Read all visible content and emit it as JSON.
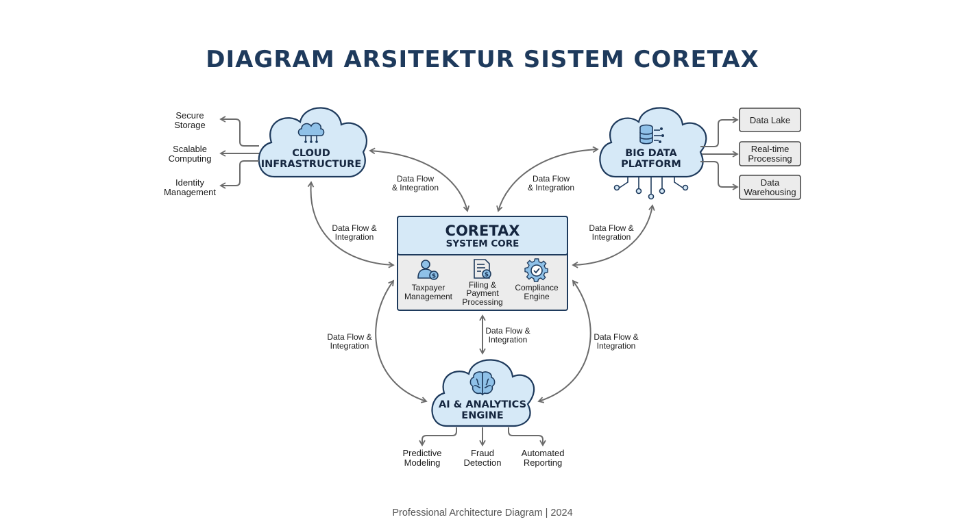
{
  "title": "DIAGRAM ARSITEKTUR SISTEM CORETAX",
  "footer": "Professional Architecture Diagram | 2024",
  "core": {
    "title": "CORETAX",
    "subtitle": "SYSTEM CORE",
    "modules": [
      {
        "icon": "taxpayer-user-icon",
        "lines": [
          "Taxpayer",
          "Management"
        ]
      },
      {
        "icon": "document-payment-icon",
        "lines": [
          "Filing &",
          "Payment",
          "Processing"
        ]
      },
      {
        "icon": "gear-check-icon",
        "lines": [
          "Compliance",
          "Engine"
        ]
      }
    ]
  },
  "nodes": {
    "cloud": {
      "icon": "cloud-icon",
      "lines": [
        "CLOUD",
        "INFRASTRUCTURE"
      ],
      "features": [
        [
          "Secure",
          "Storage"
        ],
        [
          "Scalable",
          "Computing"
        ],
        [
          "Identity",
          "Management"
        ]
      ]
    },
    "bigdata": {
      "icon": "database-icon",
      "lines": [
        "BIG DATA",
        "PLATFORM"
      ],
      "features": [
        [
          "Data Lake"
        ],
        [
          "Real-time",
          "Processing"
        ],
        [
          "Data",
          "Warehousing"
        ]
      ]
    },
    "ai": {
      "icon": "brain-icon",
      "lines": [
        "AI & ANALYTICS",
        "ENGINE"
      ],
      "features": [
        [
          "Predictive",
          "Modeling"
        ],
        [
          "Fraud",
          "Detection"
        ],
        [
          "Automated",
          "Reporting"
        ]
      ]
    }
  },
  "flows": {
    "cloud_top": [
      "Data Flow",
      "& Integration"
    ],
    "bigdata_top": [
      "Data Flow",
      "& Integration"
    ],
    "cloud_side": [
      "Data Flow &",
      "Integration"
    ],
    "bigdata_side": [
      "Data Flow &",
      "Integration"
    ],
    "ai_left": [
      "Data Flow &",
      "Integration"
    ],
    "ai_center": [
      "Data Flow &",
      "Integration"
    ],
    "ai_right": [
      "Data Flow &",
      "Integration"
    ]
  },
  "colors": {
    "title": "#1e3a5c",
    "cloud_fill": "#d6e9f7",
    "core_header": "#d6e9f7",
    "core_body": "#ececec",
    "arrow": "#6b6b6b"
  }
}
